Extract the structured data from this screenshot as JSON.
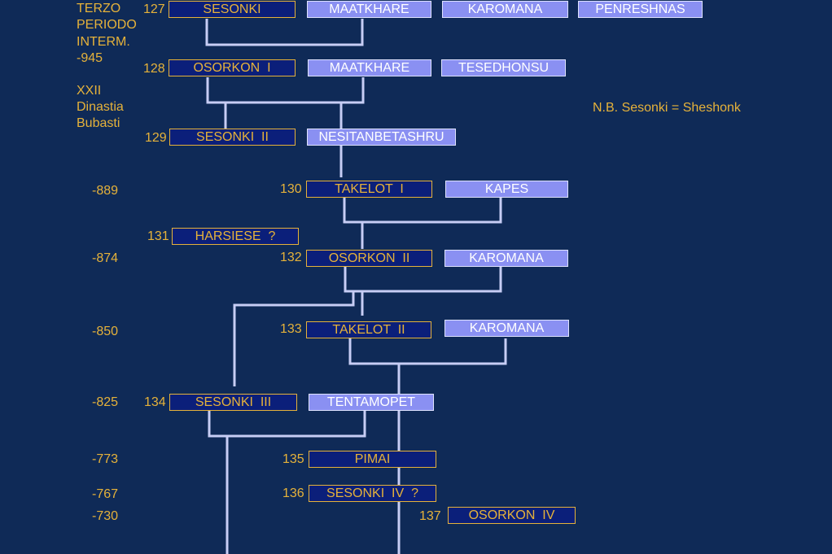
{
  "side_labels": {
    "period": [
      "TERZO",
      "PERIODO",
      "INTERM.",
      "-945"
    ],
    "dynasty": [
      "XXII",
      "Dinastia",
      "Bubasti"
    ]
  },
  "note": "N.B. Sesonki = Sheshonk",
  "years": [
    "-889",
    "-874",
    "-850",
    "-825",
    "-773",
    "-767",
    "-730"
  ],
  "rulers": [
    {
      "num": "127",
      "name": "SESONKI"
    },
    {
      "num": "128",
      "name": "OSORKON  I"
    },
    {
      "num": "129",
      "name": "SESONKI  II"
    },
    {
      "num": "130",
      "name": "TAKELOT  I"
    },
    {
      "num": "131",
      "name": "HARSIESE  ?"
    },
    {
      "num": "132",
      "name": "OSORKON  II"
    },
    {
      "num": "133",
      "name": "TAKELOT  II"
    },
    {
      "num": "134",
      "name": "SESONKI  III"
    },
    {
      "num": "135",
      "name": "PIMAI"
    },
    {
      "num": "136",
      "name": "SESONKI  IV  ?"
    },
    {
      "num": "137",
      "name": "OSORKON  IV"
    }
  ],
  "consorts": [
    "MAATKHARE",
    "KAROMANA",
    "PENRESHNAS",
    "MAATKHARE",
    "TESEDHONSU",
    "NESITANBETASHRU",
    "KAPES",
    "KAROMANA",
    "KAROMANA",
    "TENTAMOPET"
  ]
}
